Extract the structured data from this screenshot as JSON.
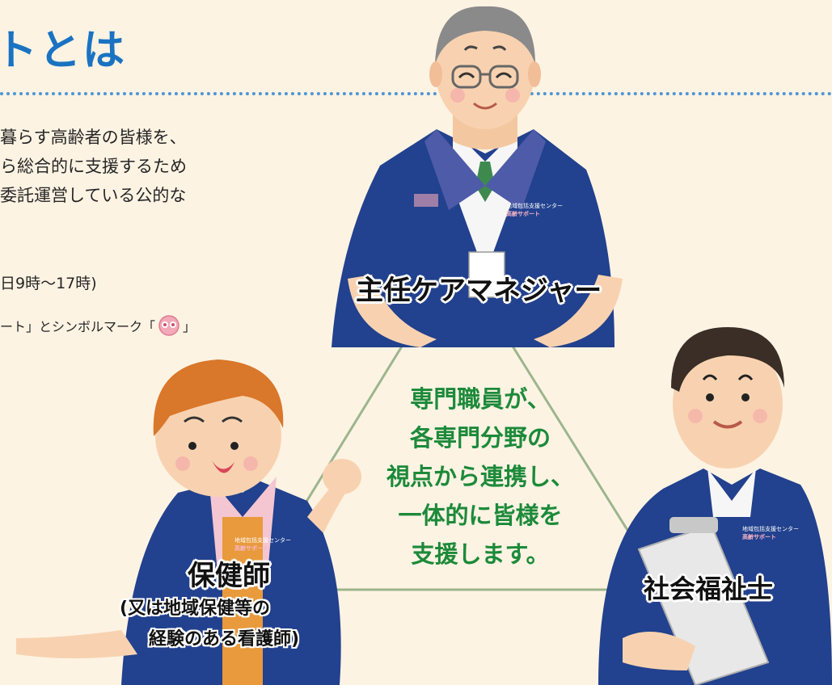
{
  "heading": "トとは",
  "intro_lines": [
    "暮らす高齢者の皆様を、",
    "ら総合的に支援するため",
    "委託運営している公的な"
  ],
  "hours": "日9時〜17時)",
  "symbol_note": {
    "before": "ート」とシンボルマーク「",
    "after": "」"
  },
  "roles": {
    "care_manager": "主任ケアマネジャー",
    "public_nurse": "保健師",
    "public_nurse_note": [
      "(又は地域保健等の",
      "経験のある看護師)"
    ],
    "social_worker": "社会福祉士"
  },
  "badge": {
    "line1": "地域包括支援センター",
    "line2": "高齢サポート"
  },
  "center_message": [
    "専門職員が、",
    "各専門分野の",
    "視点から連携し、",
    "一体的に皆様を",
    "支援します。"
  ],
  "colors": {
    "background": "#FDF3E3",
    "heading_blue": "#1A73C2",
    "message_green": "#1C8A3A",
    "jacket_navy": "#22418E",
    "triangle_line": "#9DB58C"
  }
}
